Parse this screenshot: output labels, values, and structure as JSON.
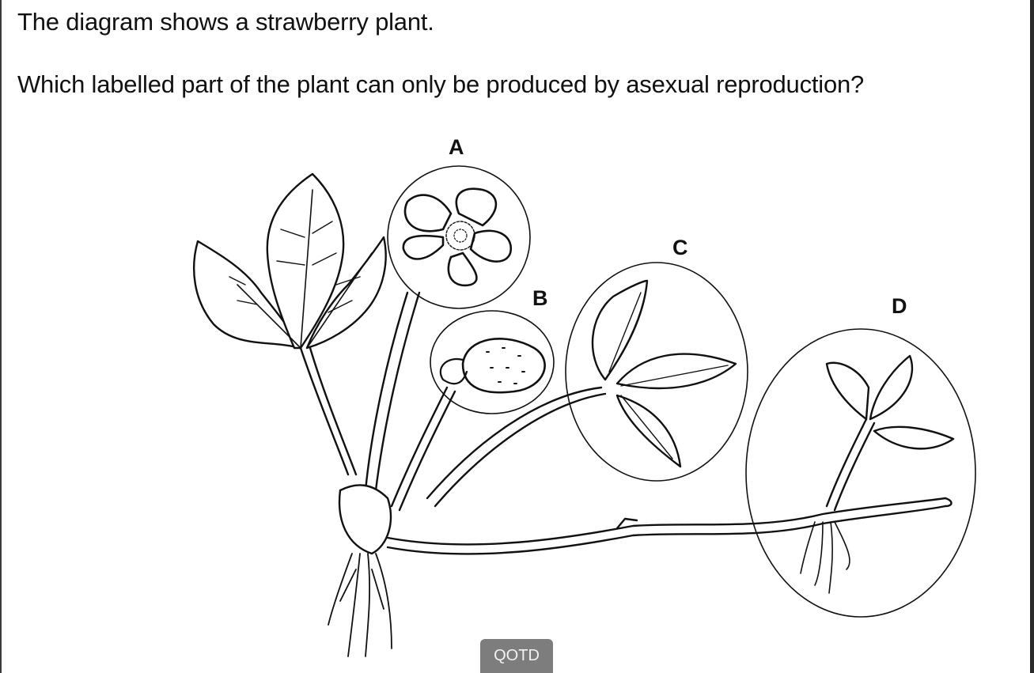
{
  "question": {
    "line1": "The diagram shows a strawberry plant.",
    "line2": "Which labelled part of the plant can only be produced by asexual reproduction?"
  },
  "diagram": {
    "subject": "strawberry plant",
    "labels": [
      {
        "id": "A",
        "text": "A",
        "part": "flower"
      },
      {
        "id": "B",
        "text": "B",
        "part": "strawberry fruit"
      },
      {
        "id": "C",
        "text": "C",
        "part": "leaves on stalk"
      },
      {
        "id": "D",
        "text": "D",
        "part": "new plantlet on runner with roots"
      }
    ]
  },
  "badge": {
    "label": "QOTD"
  },
  "colors": {
    "text": "#111111",
    "badge_bg": "#7d7d7d",
    "badge_text": "#f2f2f2"
  }
}
